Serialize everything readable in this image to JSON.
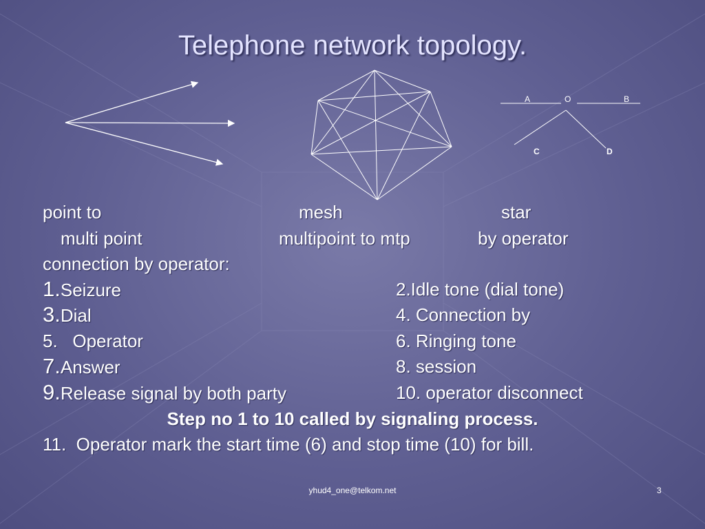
{
  "slide": {
    "title": "Telephone network topology.",
    "diagram_labels": {
      "a": "A",
      "o": "O",
      "b": "B",
      "c": "C",
      "d": "D"
    },
    "topology_row": {
      "point_to": "point to",
      "multi_point": "multi point",
      "mesh": "mesh",
      "multipoint_to_mtp": "multipoint to mtp",
      "star": "star",
      "by_operator": "by operator"
    },
    "connection_heading": "connection by operator:",
    "steps_left": [
      {
        "num": "1.",
        "text": "Seizure"
      },
      {
        "num": "3.",
        "text": "Dial"
      },
      {
        "num": "5.",
        "text": "   Operator"
      },
      {
        "num": "7.",
        "text": "Answer"
      },
      {
        "num": "9.",
        "text": "Release signal by both party"
      }
    ],
    "steps_right": [
      "2.Idle tone (dial tone)",
      "4. Connection by",
      "6. Ringing tone",
      "8. session",
      "10. operator disconnect"
    ],
    "summary": "Step no 1 to 10 called by signaling process.",
    "note": "11.  Operator mark the start time (6) and stop time (10) for bill."
  },
  "footer": {
    "email": "yhud4_one@telkom.net",
    "page_number": "3"
  }
}
